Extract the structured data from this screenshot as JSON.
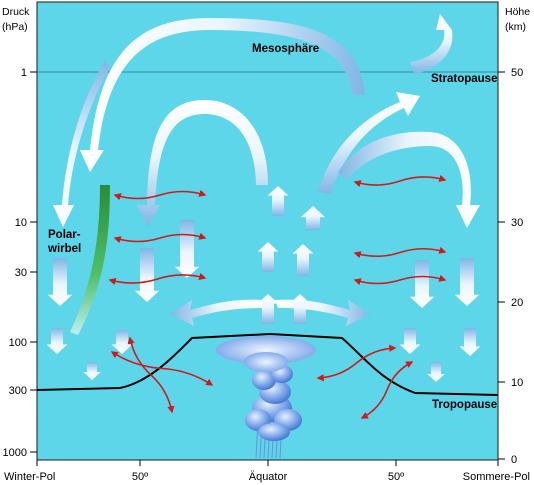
{
  "axes": {
    "left_title_line1": "Druck",
    "left_title_line2": "(hPa)",
    "right_title_line1": "Höhe",
    "right_title_line2": "(km)",
    "pressure_ticks": [
      "1",
      "10",
      "30",
      "100",
      "300",
      "1000"
    ],
    "height_ticks": [
      "50",
      "30",
      "20",
      "10",
      "0"
    ],
    "x_labels": [
      "Winter-Pol",
      "50º",
      "Äquator",
      "50º",
      "Sommere-Pol"
    ]
  },
  "labels": {
    "mesosphere": "Mesosphäre",
    "stratopause": "Stratopause",
    "polar_vortex_line1": "Polar-",
    "polar_vortex_line2": "wirbel",
    "tropopause": "Tropopause"
  },
  "colors": {
    "background": "#5dd6ea",
    "arrow_fill": "#f2f9fd",
    "arrow_tint": "#8ec1ea",
    "mixing_arrow": "#d01a1a",
    "tropopause_line": "#000000",
    "polar_vortex": "#2e9a3e",
    "cloud": "#7aa6e6"
  }
}
